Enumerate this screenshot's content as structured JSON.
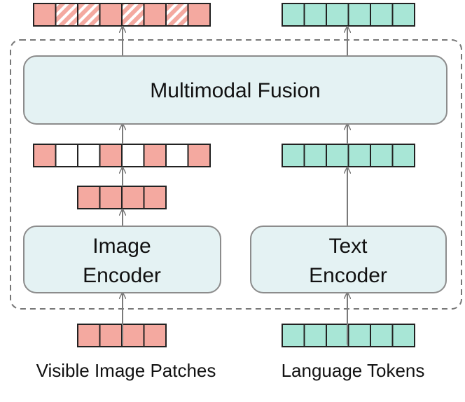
{
  "fusion": {
    "label": "Multimodal Fusion"
  },
  "image_encoder": {
    "line1": "Image",
    "line2": "Encoder"
  },
  "text_encoder": {
    "line1": "Text",
    "line2": "Encoder"
  },
  "captions": {
    "image_input": "Visible Image Patches",
    "text_input": "Language Tokens"
  },
  "colors": {
    "image_patch": "#f4a9a0",
    "text_token": "#a8e6d6",
    "module_fill": "#e4f2f3",
    "module_stroke": "#8c8c8c",
    "outline": "#777777",
    "arrow": "#7a7a7a"
  },
  "token_rows": {
    "image_output": [
      "filled",
      "hatched",
      "hatched",
      "filled",
      "hatched",
      "filled",
      "hatched",
      "filled"
    ],
    "fusion_image_input": [
      "filled",
      "empty",
      "empty",
      "filled",
      "empty",
      "filled",
      "empty",
      "filled"
    ],
    "encoded_image": [
      "filled",
      "filled",
      "filled",
      "filled"
    ],
    "image_patches": [
      "filled",
      "filled",
      "filled",
      "filled"
    ],
    "text_output": [
      "filled",
      "filled",
      "filled",
      "filled",
      "filled",
      "filled"
    ],
    "encoded_text": [
      "filled",
      "filled",
      "filled",
      "filled",
      "filled",
      "filled"
    ],
    "language_tokens": [
      "filled",
      "filled",
      "filled",
      "filled",
      "filled",
      "filled"
    ]
  }
}
